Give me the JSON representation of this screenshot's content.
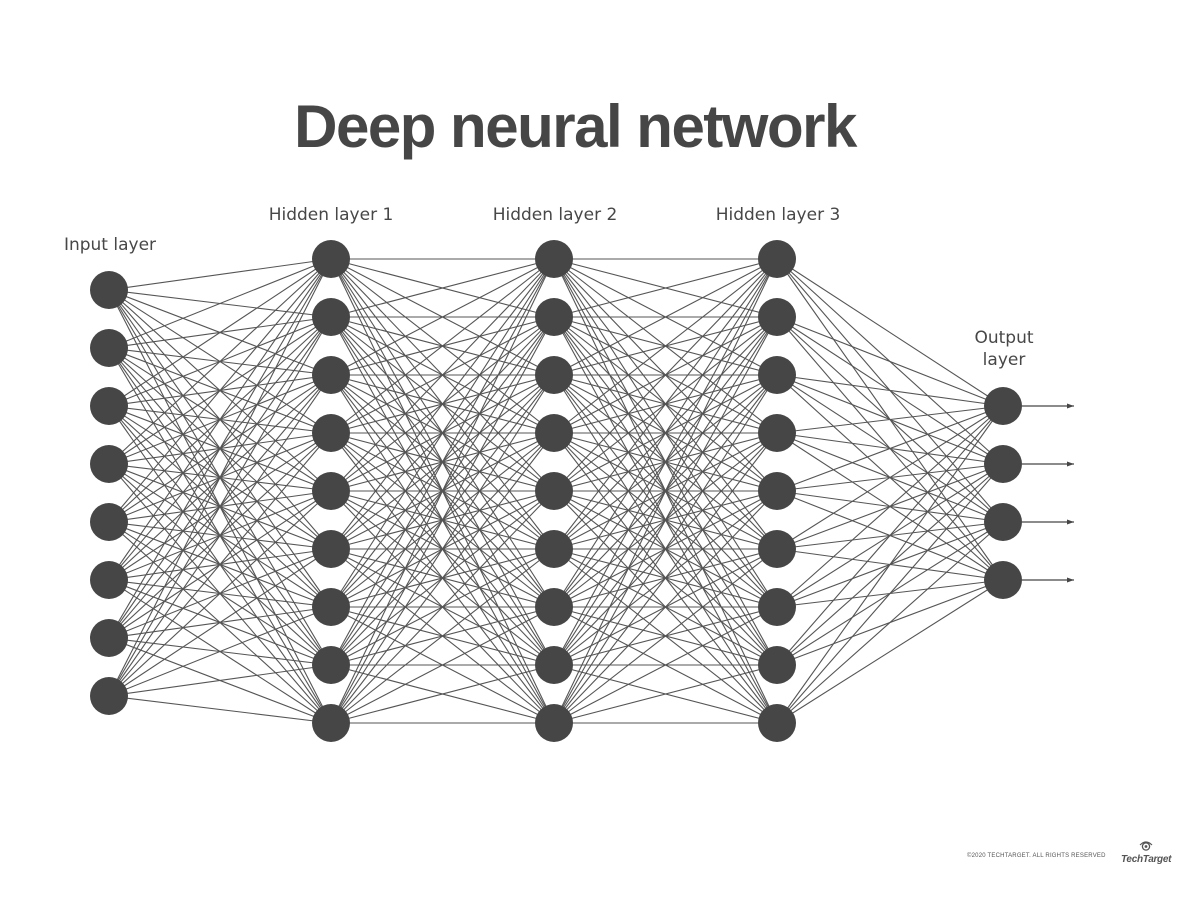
{
  "title": "Deep neural network",
  "layers": [
    {
      "id": "input",
      "label": "Input layer",
      "nodes": 8
    },
    {
      "id": "h1",
      "label": "Hidden layer 1",
      "nodes": 9
    },
    {
      "id": "h2",
      "label": "Hidden layer 2",
      "nodes": 9
    },
    {
      "id": "h3",
      "label": "Hidden layer 3",
      "nodes": 9
    },
    {
      "id": "output",
      "label": "Output layer",
      "nodes": 4
    }
  ],
  "connectivity": "fully-connected",
  "output_arrows": true,
  "footer": {
    "copyright": "©2020 TECHTARGET. ALL RIGHTS RESERVED",
    "logo_text": "TechTarget"
  },
  "colors": {
    "node": "#464646",
    "edge": "#555555",
    "text": "#474747"
  }
}
